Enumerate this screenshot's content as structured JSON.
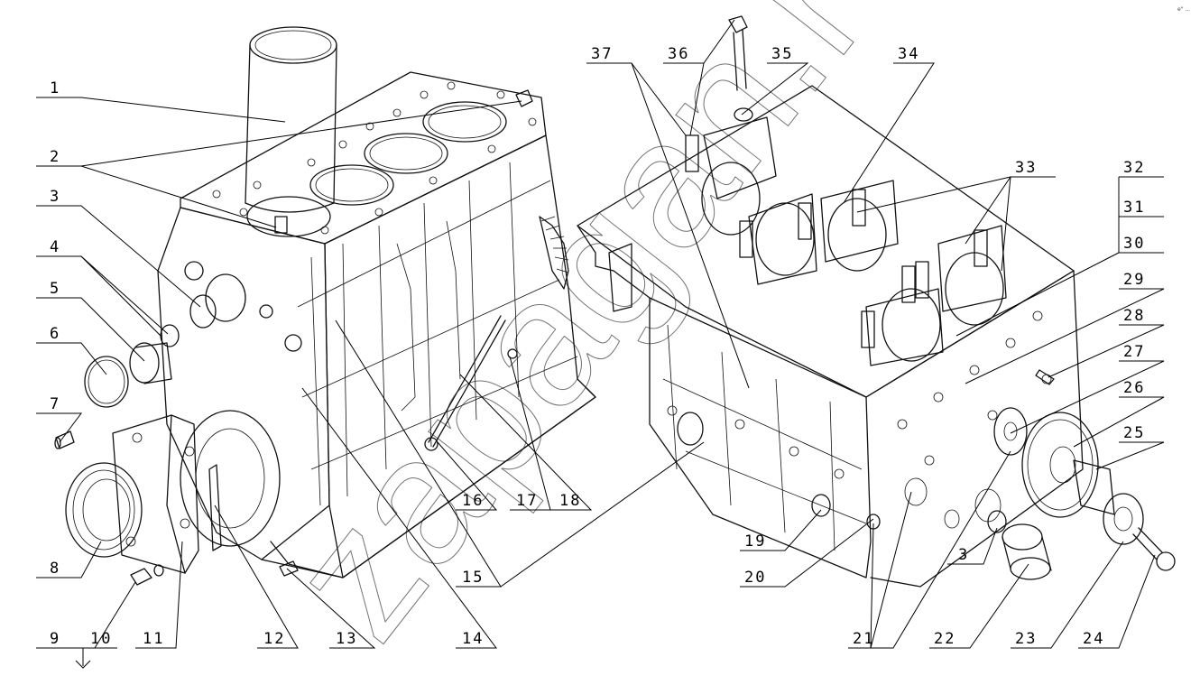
{
  "diagram": {
    "watermark": "zapagan.ru",
    "corner_mark": "e\" ...",
    "callouts": [
      {
        "label": "1"
      },
      {
        "label": "2"
      },
      {
        "label": "3"
      },
      {
        "label": "4"
      },
      {
        "label": "5"
      },
      {
        "label": "6"
      },
      {
        "label": "7"
      },
      {
        "label": "8"
      },
      {
        "label": "9"
      },
      {
        "label": "10"
      },
      {
        "label": "11"
      },
      {
        "label": "12"
      },
      {
        "label": "13"
      },
      {
        "label": "14"
      },
      {
        "label": "15"
      },
      {
        "label": "16"
      },
      {
        "label": "17"
      },
      {
        "label": "18"
      },
      {
        "label": "19"
      },
      {
        "label": "20"
      },
      {
        "label": "21"
      },
      {
        "label": "22"
      },
      {
        "label": "23"
      },
      {
        "label": "24"
      },
      {
        "label": "25"
      },
      {
        "label": "26"
      },
      {
        "label": "27"
      },
      {
        "label": "28"
      },
      {
        "label": "29"
      },
      {
        "label": "30"
      },
      {
        "label": "31"
      },
      {
        "label": "32"
      },
      {
        "label": "33"
      },
      {
        "label": "34"
      },
      {
        "label": "35"
      },
      {
        "label": "36"
      },
      {
        "label": "37"
      },
      {
        "label": "3"
      }
    ]
  }
}
